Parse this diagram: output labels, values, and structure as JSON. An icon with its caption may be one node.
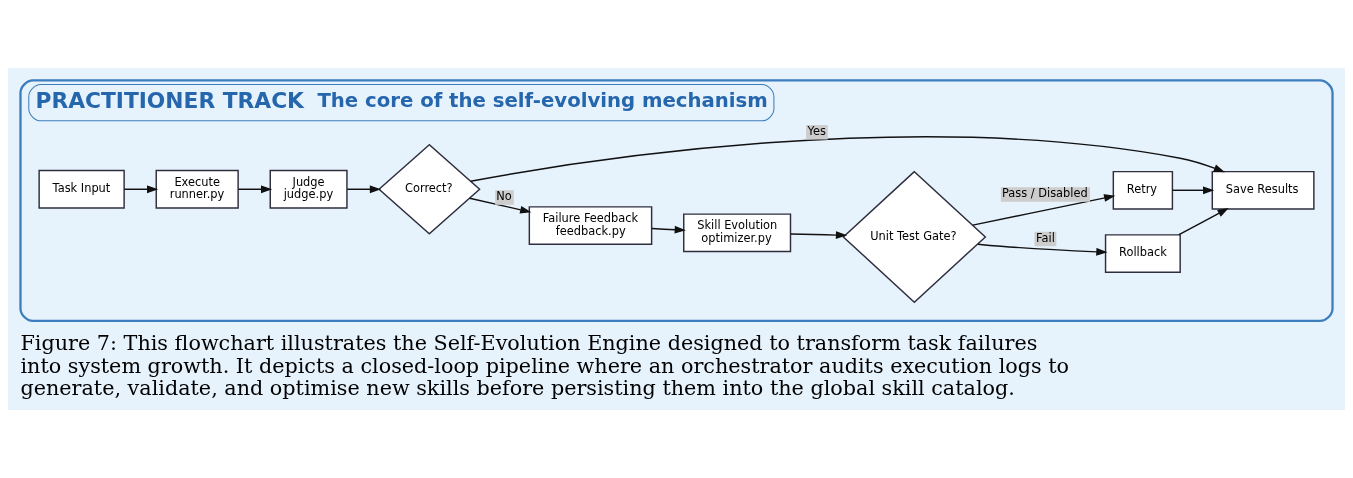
{
  "diagram": {
    "caption": "Figure 7: This flowchart illustrates the Self-Evolution Engine designed to transform task failures into system growth. It depicts a closed-loop pipeline where an orchestrator audits execution logs to generate, validate, and optimise new skills before persisting them into the global skill catalog.",
    "nodes": [
      {
        "text": [
          "PRACTITIONER TRACK",
          "The core of the self-evolving mechanism"
        ]
      },
      {
        "text": [
          "Task Input"
        ],
        "in": 0
      },
      {
        "text": [
          "Execute",
          "runner.py"
        ],
        "in": 0
      },
      {
        "text": [
          "Judge",
          "judge.py"
        ],
        "in": 0
      },
      {
        "text": [
          "Correct?"
        ],
        "in": 0
      },
      {
        "text": [
          "Failure Feedback",
          "feedback.py"
        ],
        "in": 0
      },
      {
        "text": [
          "Skill Evolution",
          "optimizer.py"
        ],
        "in": 0
      },
      {
        "text": [
          "Unit Test Gate?"
        ],
        "in": 0
      },
      {
        "text": [
          "Retry"
        ],
        "in": 0
      },
      {
        "text": [
          "Save Results"
        ],
        "in": 0
      },
      {
        "text": [
          "Rollback"
        ],
        "in": 0
      }
    ],
    "edges": [
      {
        "from": 1,
        "to": 2,
        "arrow": "to"
      },
      {
        "from": 2,
        "to": 3,
        "arrow": "to"
      },
      {
        "from": 3,
        "to": 4,
        "arrow": "to"
      },
      {
        "from": 4,
        "to": 9,
        "arrow": "to",
        "label": "Yes"
      },
      {
        "from": 4,
        "to": 5,
        "arrow": "to",
        "label": "No"
      },
      {
        "from": 5,
        "to": 6,
        "arrow": "to"
      },
      {
        "from": 6,
        "to": 7,
        "arrow": "to"
      },
      {
        "from": 7,
        "to": 8,
        "arrow": "to",
        "label": "Pass / Disabled"
      },
      {
        "from": 7,
        "to": 10,
        "arrow": "to",
        "label": "Fail"
      },
      {
        "from": 8,
        "to": 9,
        "arrow": "to"
      },
      {
        "from": 10,
        "to": 9,
        "arrow": "to"
      }
    ]
  }
}
